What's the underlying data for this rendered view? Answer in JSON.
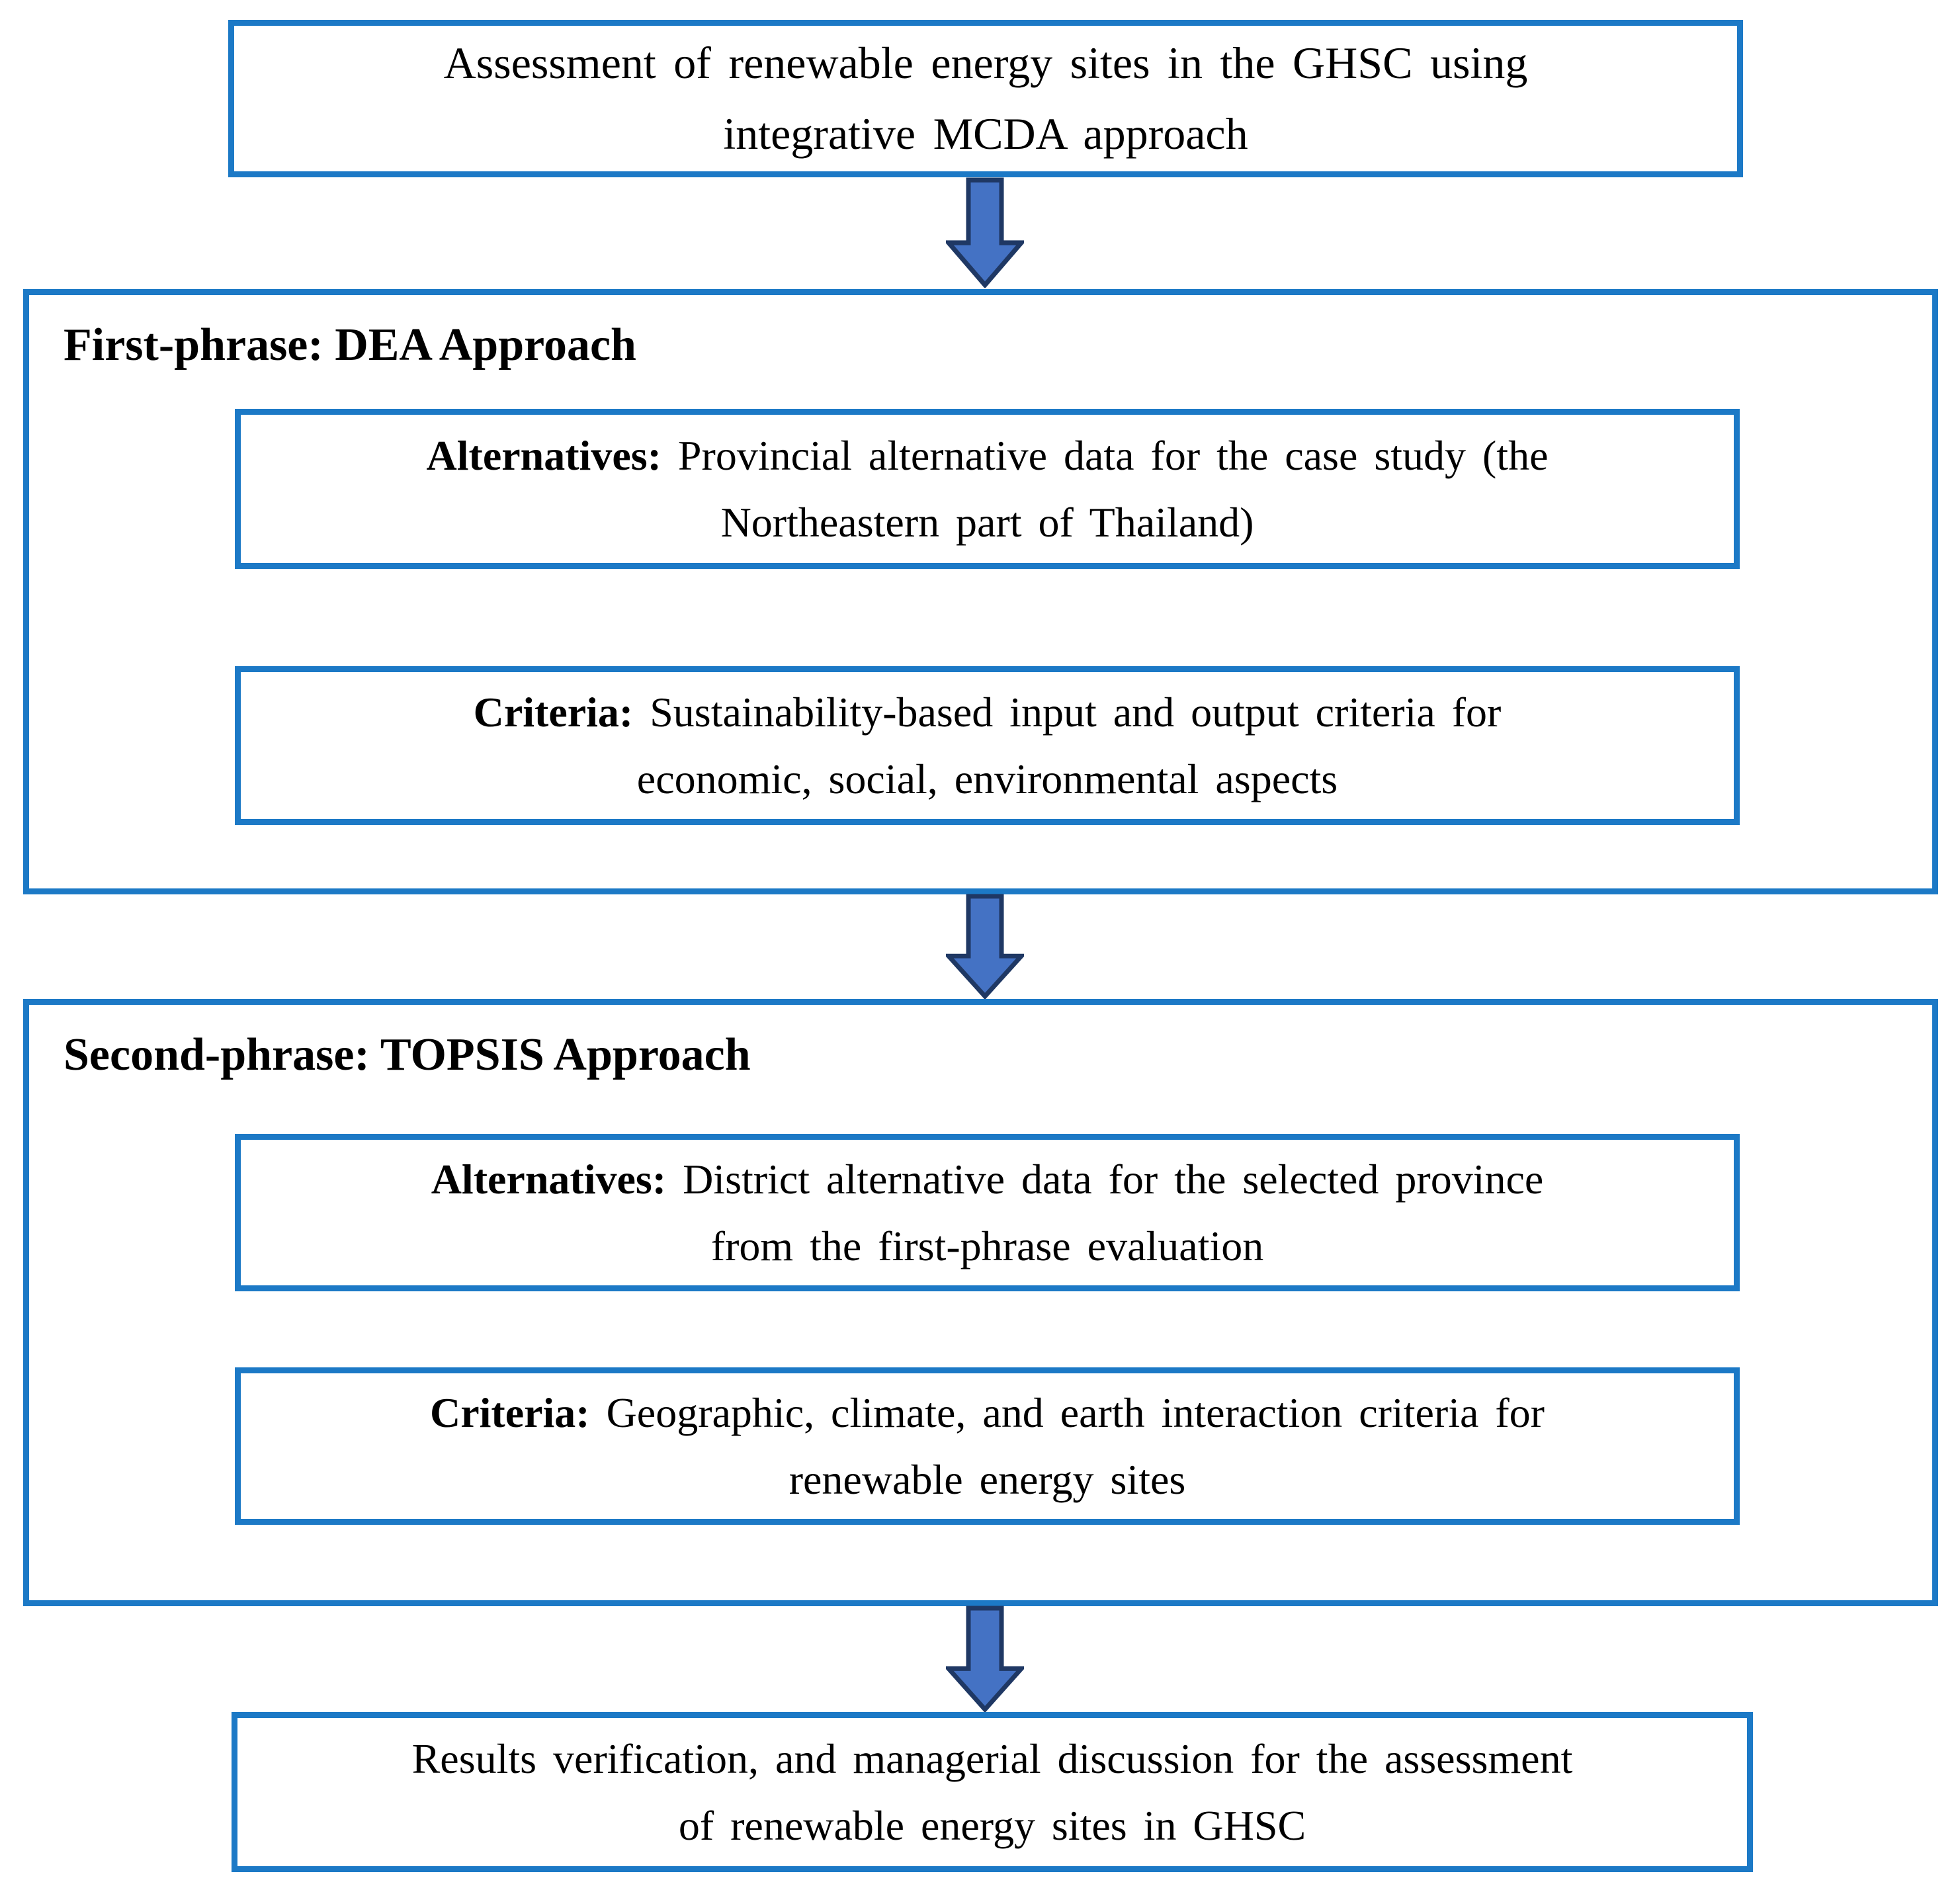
{
  "figure": {
    "title_box": "Assessment of renewable energy sites in the GHSC using\nintegrative MCDA approach",
    "phase1": {
      "title": "First-phrase: DEA Approach",
      "alternatives_label": "Alternatives:",
      "alternatives_text": " Provincial alternative data for the case study (the\nNortheastern part of Thailand)",
      "criteria_label": "Criteria:",
      "criteria_text": " Sustainability-based input and output criteria for\neconomic, social, environmental aspects"
    },
    "phase2": {
      "title": "Second-phrase: TOPSIS Approach",
      "alternatives_label": "Alternatives:",
      "alternatives_text": " District alternative data for the selected province\nfrom the first-phrase evaluation",
      "criteria_label": "Criteria:",
      "criteria_text": " Geographic, climate, and earth interaction criteria for\nrenewable energy sites"
    },
    "result_box": "Results verification, and managerial discussion for the assessment\nof renewable energy sites in GHSC"
  },
  "icons": {
    "down_arrow": "block-down-arrow"
  },
  "colors": {
    "box_border": "#1C79C6",
    "arrow_fill": "#4472C4",
    "arrow_stroke": "#1F3864",
    "text": "#000000",
    "background": "#FFFFFF"
  }
}
